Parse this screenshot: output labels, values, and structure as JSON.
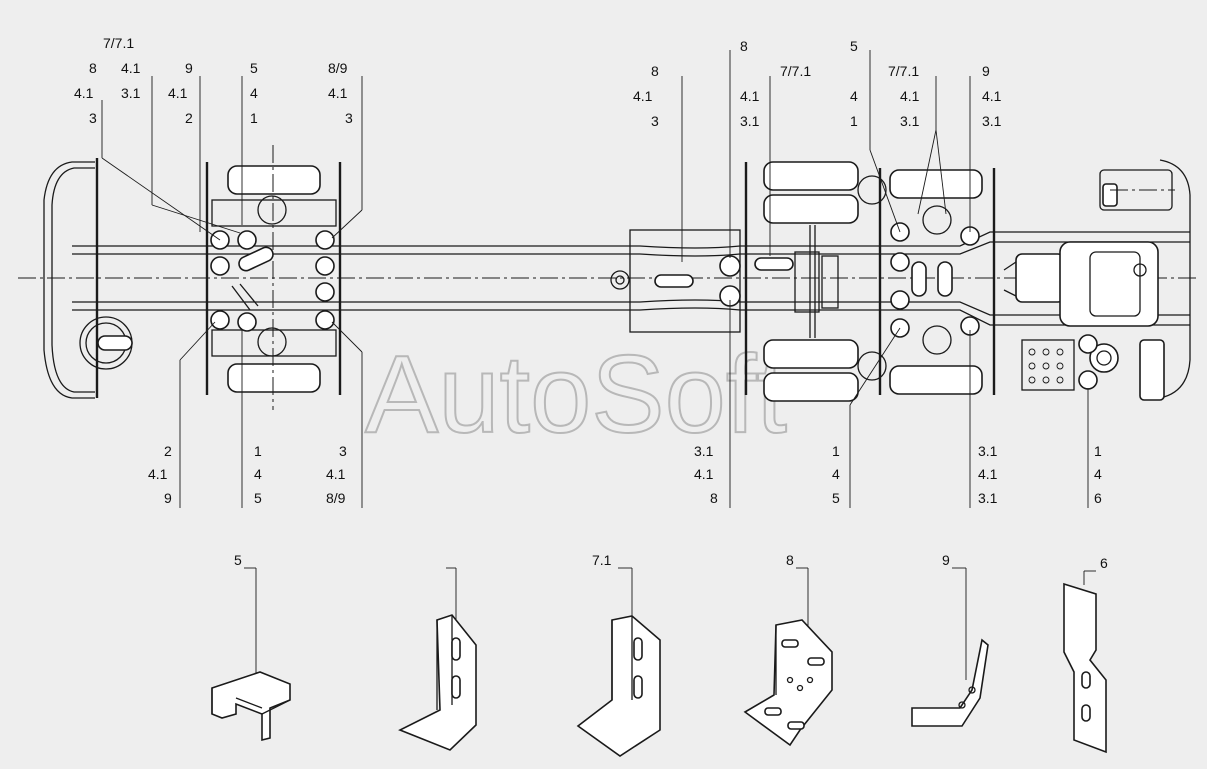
{
  "watermark": "AutoSoft",
  "callouts": {
    "c1": [
      "7/7.1",
      "8",
      "4.1",
      "4.1",
      "3.1",
      "3"
    ],
    "c2": [
      "9",
      "4.1",
      "2"
    ],
    "c3": [
      "5",
      "4",
      "1"
    ],
    "c4": [
      "8/9",
      "4.1",
      "3"
    ],
    "c5": [
      "8",
      "4.1",
      "3"
    ],
    "c6": [
      "8",
      "4.1",
      "3.1"
    ],
    "c7": [
      "7/7.1"
    ],
    "c8": [
      "5",
      "4",
      "1"
    ],
    "c9": [
      "7/7.1",
      "4.1",
      "3.1"
    ],
    "c10": [
      "9",
      "4.1",
      "3.1"
    ],
    "b1": [
      "2",
      "4.1",
      "9"
    ],
    "b2": [
      "1",
      "4",
      "5"
    ],
    "b3": [
      "3",
      "4.1",
      "8/9"
    ],
    "b4": [
      "3.1",
      "4.1",
      "8"
    ],
    "b5": [
      "1",
      "4",
      "5"
    ],
    "b6": [
      "3.1",
      "4.1",
      "3.1"
    ],
    "b7": [
      "1",
      "4",
      "6"
    ]
  },
  "parts": [
    {
      "label": "5"
    },
    {
      "label": ""
    },
    {
      "label": "7.1"
    },
    {
      "label": "8"
    },
    {
      "label": "9"
    },
    {
      "label": "6"
    }
  ]
}
